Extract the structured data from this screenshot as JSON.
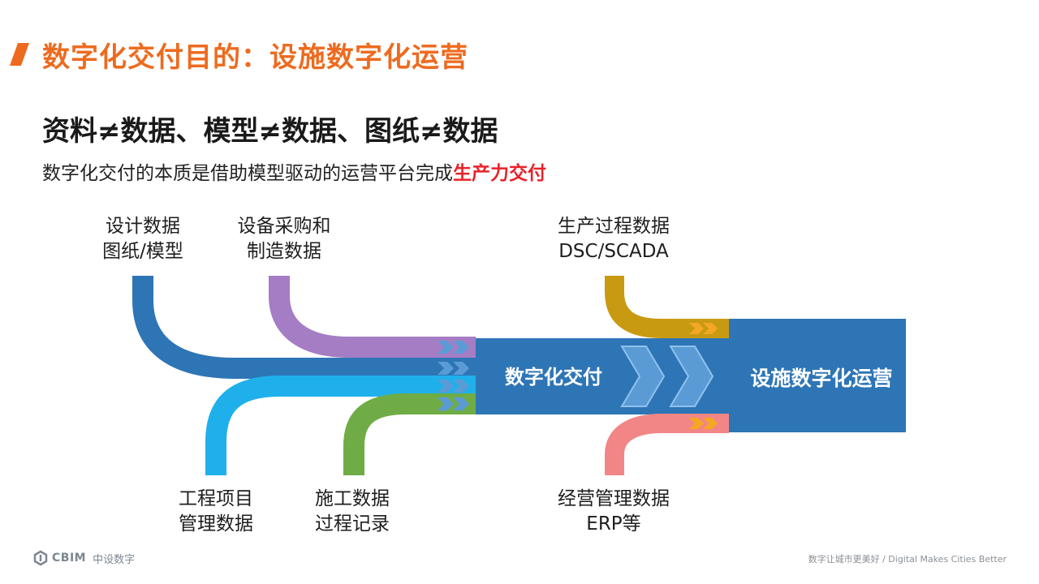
{
  "header": {
    "title": "数字化交付目的：设施数字化运营"
  },
  "subtitle": "资料≠数据、模型≠数据、图纸≠数据",
  "description": {
    "text": "数字化交付的本质是借助模型驱动的运营平台完成",
    "highlight": "生产力交付"
  },
  "inputs": {
    "design": {
      "line1": "设计数据",
      "line2": "图纸/模型",
      "color": "#2e75b6"
    },
    "equipment": {
      "line1": "设备采购和",
      "line2": "制造数据",
      "color": "#a57dc4"
    },
    "project": {
      "line1": "工程项目",
      "line2": "管理数据",
      "color": "#1fb0ec"
    },
    "construction": {
      "line1": "施工数据",
      "line2": "过程记录",
      "color": "#6fac46"
    }
  },
  "ops_inputs": {
    "production": {
      "line1": "生产过程数据",
      "line2": "DSC/SCADA",
      "color": "#c89a12"
    },
    "business": {
      "line1": "经营管理数据",
      "line2": "ERP等",
      "color": "#f28686"
    }
  },
  "stages": {
    "delivery": "数字化交付",
    "operation": "设施数字化运营"
  },
  "colors": {
    "main_band": "#2e75b6",
    "chevron": "#5b9bd5",
    "small_chevron": "#f5a623",
    "title": "#ed6b1f",
    "highlight": "#e8232a"
  },
  "footer": {
    "logo": "CBIM",
    "logo_cn": "中设数字",
    "slogan": "数字让城市更美好 / Digital Makes Cities Better"
  }
}
